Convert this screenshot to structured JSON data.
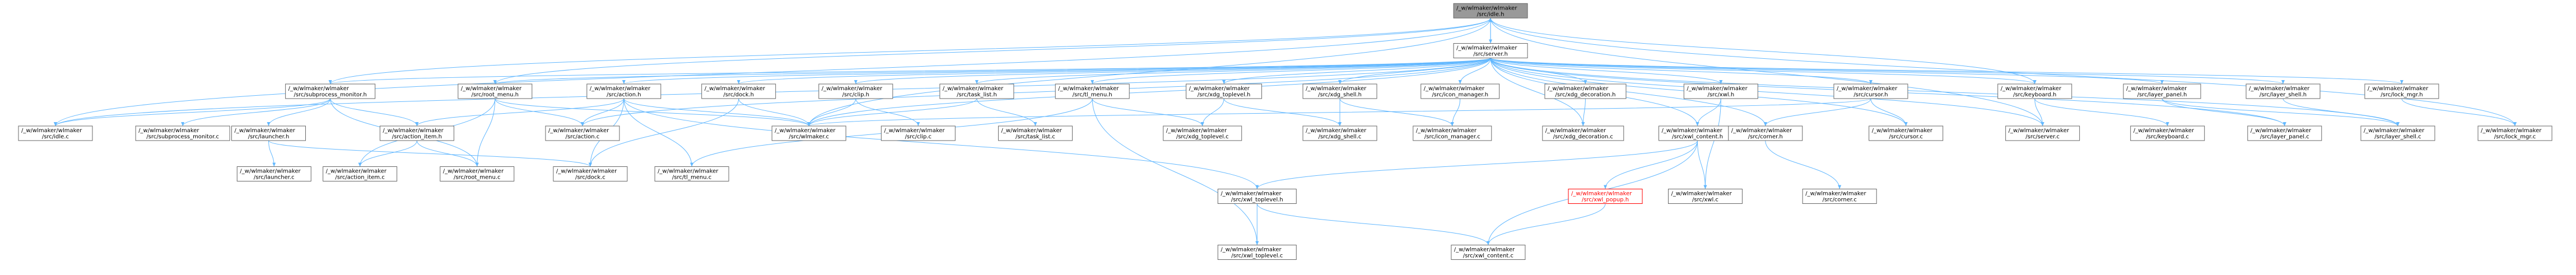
{
  "graph": {
    "nodes": [
      {
        "id": "root",
        "line1": "/_w/wlmaker/wlmaker",
        "line2": "/src/idle.h",
        "kind": "root"
      },
      {
        "id": "server_h",
        "line1": "/_w/wlmaker/wlmaker",
        "line2": "/src/server.h",
        "kind": "normal"
      },
      {
        "id": "subprocess_monitor_h",
        "line1": "/_w/wlmaker/wlmaker",
        "line2": "/src/subprocess_monitor.h",
        "kind": "normal"
      },
      {
        "id": "root_menu_h",
        "line1": "/_w/wlmaker/wlmaker",
        "line2": "/src/root_menu.h",
        "kind": "normal"
      },
      {
        "id": "action_h",
        "line1": "/_w/wlmaker/wlmaker",
        "line2": "/src/action.h",
        "kind": "normal"
      },
      {
        "id": "dock_h",
        "line1": "/_w/wlmaker/wlmaker",
        "line2": "/src/dock.h",
        "kind": "normal"
      },
      {
        "id": "clip_h",
        "line1": "/_w/wlmaker/wlmaker",
        "line2": "/src/clip.h",
        "kind": "normal"
      },
      {
        "id": "task_list_h",
        "line1": "/_w/wlmaker/wlmaker",
        "line2": "/src/task_list.h",
        "kind": "normal"
      },
      {
        "id": "tl_menu_h",
        "line1": "/_w/wlmaker/wlmaker",
        "line2": "/src/tl_menu.h",
        "kind": "normal"
      },
      {
        "id": "xdg_toplevel_h",
        "line1": "/_w/wlmaker/wlmaker",
        "line2": "/src/xdg_toplevel.h",
        "kind": "normal"
      },
      {
        "id": "xdg_shell_h",
        "line1": "/_w/wlmaker/wlmaker",
        "line2": "/src/xdg_shell.h",
        "kind": "normal"
      },
      {
        "id": "icon_manager_h",
        "line1": "/_w/wlmaker/wlmaker",
        "line2": "/src/icon_manager.h",
        "kind": "normal"
      },
      {
        "id": "xdg_decoration_h",
        "line1": "/_w/wlmaker/wlmaker",
        "line2": "/src/xdg_decoration.h",
        "kind": "normal"
      },
      {
        "id": "xwl_h",
        "line1": "/_w/wlmaker/wlmaker",
        "line2": "/src/xwl.h",
        "kind": "normal"
      },
      {
        "id": "cursor_h",
        "line1": "/_w/wlmaker/wlmaker",
        "line2": "/src/cursor.h",
        "kind": "normal"
      },
      {
        "id": "keyboard_h",
        "line1": "/_w/wlmaker/wlmaker",
        "line2": "/src/keyboard.h",
        "kind": "normal"
      },
      {
        "id": "layer_panel_h",
        "line1": "/_w/wlmaker/wlmaker",
        "line2": "/src/layer_panel.h",
        "kind": "normal"
      },
      {
        "id": "layer_shell_h",
        "line1": "/_w/wlmaker/wlmaker",
        "line2": "/src/layer_shell.h",
        "kind": "normal"
      },
      {
        "id": "lock_mgr_h",
        "line1": "/_w/wlmaker/wlmaker",
        "line2": "/src/lock_mgr.h",
        "kind": "normal"
      },
      {
        "id": "idle_c",
        "line1": "/_w/wlmaker/wlmaker",
        "line2": "/src/idle.c",
        "kind": "normal"
      },
      {
        "id": "subprocess_monitor_c",
        "line1": "/_w/wlmaker/wlmaker",
        "line2": "/src/subprocess_monitor.c",
        "kind": "normal"
      },
      {
        "id": "launcher_h",
        "line1": "/_w/wlmaker/wlmaker",
        "line2": "/src/launcher.h",
        "kind": "normal"
      },
      {
        "id": "action_item_h",
        "line1": "/_w/wlmaker/wlmaker",
        "line2": "/src/action_item.h",
        "kind": "normal"
      },
      {
        "id": "action_c",
        "line1": "/_w/wlmaker/wlmaker",
        "line2": "/src/action.c",
        "kind": "normal"
      },
      {
        "id": "wlmaker_c",
        "line1": "/_w/wlmaker/wlmaker",
        "line2": "/src/wlmaker.c",
        "kind": "normal"
      },
      {
        "id": "clip_c",
        "line1": "/_w/wlmaker/wlmaker",
        "line2": "/src/clip.c",
        "kind": "normal"
      },
      {
        "id": "task_list_c",
        "line1": "/_w/wlmaker/wlmaker",
        "line2": "/src/task_list.c",
        "kind": "normal"
      },
      {
        "id": "xdg_toplevel_c",
        "line1": "/_w/wlmaker/wlmaker",
        "line2": "/src/xdg_toplevel.c",
        "kind": "normal"
      },
      {
        "id": "xdg_shell_c",
        "line1": "/_w/wlmaker/wlmaker",
        "line2": "/src/xdg_shell.c",
        "kind": "normal"
      },
      {
        "id": "icon_manager_c",
        "line1": "/_w/wlmaker/wlmaker",
        "line2": "/src/icon_manager.c",
        "kind": "normal"
      },
      {
        "id": "xdg_decoration_c",
        "line1": "/_w/wlmaker/wlmaker",
        "line2": "/src/xdg_decoration.c",
        "kind": "normal"
      },
      {
        "id": "xwl_content_h",
        "line1": "/_w/wlmaker/wlmaker",
        "line2": "/src/xwl_content.h",
        "kind": "normal"
      },
      {
        "id": "corner_h",
        "line1": "/_w/wlmaker/wlmaker",
        "line2": "/src/corner.h",
        "kind": "normal"
      },
      {
        "id": "cursor_c",
        "line1": "/_w/wlmaker/wlmaker",
        "line2": "/src/cursor.c",
        "kind": "normal"
      },
      {
        "id": "server_c",
        "line1": "/_w/wlmaker/wlmaker",
        "line2": "/src/server.c",
        "kind": "normal"
      },
      {
        "id": "keyboard_c",
        "line1": "/_w/wlmaker/wlmaker",
        "line2": "/src/keyboard.c",
        "kind": "normal"
      },
      {
        "id": "layer_panel_c",
        "line1": "/_w/wlmaker/wlmaker",
        "line2": "/src/layer_panel.c",
        "kind": "normal"
      },
      {
        "id": "layer_shell_c",
        "line1": "/_w/wlmaker/wlmaker",
        "line2": "/src/layer_shell.c",
        "kind": "normal"
      },
      {
        "id": "lock_mgr_c",
        "line1": "/_w/wlmaker/wlmaker",
        "line2": "/src/lock_mgr.c",
        "kind": "normal"
      },
      {
        "id": "launcher_c",
        "line1": "/_w/wlmaker/wlmaker",
        "line2": "/src/launcher.c",
        "kind": "normal"
      },
      {
        "id": "action_item_c",
        "line1": "/_w/wlmaker/wlmaker",
        "line2": "/src/action_item.c",
        "kind": "normal"
      },
      {
        "id": "root_menu_c",
        "line1": "/_w/wlmaker/wlmaker",
        "line2": "/src/root_menu.c",
        "kind": "normal"
      },
      {
        "id": "dock_c",
        "line1": "/_w/wlmaker/wlmaker",
        "line2": "/src/dock.c",
        "kind": "normal"
      },
      {
        "id": "tl_menu_c",
        "line1": "/_w/wlmaker/wlmaker",
        "line2": "/src/tl_menu.c",
        "kind": "normal"
      },
      {
        "id": "xwl_toplevel_h",
        "line1": "/_w/wlmaker/wlmaker",
        "line2": "/src/xwl_toplevel.h",
        "kind": "normal"
      },
      {
        "id": "xwl_popup_h",
        "line1": "/_w/wlmaker/wlmaker",
        "line2": "/src/xwl_popup.h",
        "kind": "red"
      },
      {
        "id": "xwl_c",
        "line1": "/_w/wlmaker/wlmaker",
        "line2": "/src/xwl.c",
        "kind": "normal"
      },
      {
        "id": "corner_c",
        "line1": "/_w/wlmaker/wlmaker",
        "line2": "/src/corner.c",
        "kind": "normal"
      },
      {
        "id": "xwl_toplevel_c",
        "line1": "/_w/wlmaker/wlmaker",
        "line2": "/src/xwl_toplevel.c",
        "kind": "normal"
      },
      {
        "id": "xwl_content_c",
        "line1": "/_w/wlmaker/wlmaker",
        "line2": "/src/xwl_content.c",
        "kind": "normal"
      }
    ],
    "edges": [
      [
        "root",
        "server_h"
      ],
      [
        "root",
        "idle_c"
      ],
      [
        "root",
        "subprocess_monitor_h"
      ],
      [
        "root",
        "root_menu_h"
      ],
      [
        "root",
        "keyboard_h"
      ],
      [
        "root",
        "lock_mgr_c"
      ],
      [
        "root",
        "server_c"
      ],
      [
        "root",
        "wlmaker_c"
      ],
      [
        "server_h",
        "root"
      ],
      [
        "server_h",
        "subprocess_monitor_h"
      ],
      [
        "server_h",
        "root_menu_h"
      ],
      [
        "server_h",
        "action_h"
      ],
      [
        "server_h",
        "dock_h"
      ],
      [
        "server_h",
        "clip_h"
      ],
      [
        "server_h",
        "task_list_h"
      ],
      [
        "server_h",
        "tl_menu_h"
      ],
      [
        "server_h",
        "xdg_toplevel_h"
      ],
      [
        "server_h",
        "xdg_shell_h"
      ],
      [
        "server_h",
        "icon_manager_h"
      ],
      [
        "server_h",
        "xdg_decoration_h"
      ],
      [
        "server_h",
        "xwl_h"
      ],
      [
        "server_h",
        "cursor_h"
      ],
      [
        "server_h",
        "keyboard_h"
      ],
      [
        "server_h",
        "layer_panel_h"
      ],
      [
        "server_h",
        "layer_shell_h"
      ],
      [
        "server_h",
        "lock_mgr_h"
      ],
      [
        "server_h",
        "idle_c"
      ],
      [
        "server_h",
        "wlmaker_c"
      ],
      [
        "server_h",
        "xdg_decoration_c"
      ],
      [
        "server_h",
        "corner_h"
      ],
      [
        "server_h",
        "xwl_content_h"
      ],
      [
        "server_h",
        "action_c"
      ],
      [
        "server_h",
        "cursor_c"
      ],
      [
        "server_h",
        "server_c"
      ],
      [
        "server_h",
        "layer_panel_c"
      ],
      [
        "server_h",
        "layer_shell_c"
      ],
      [
        "subprocess_monitor_h",
        "idle_c"
      ],
      [
        "subprocess_monitor_h",
        "subprocess_monitor_c"
      ],
      [
        "subprocess_monitor_h",
        "launcher_h"
      ],
      [
        "subprocess_monitor_h",
        "action_item_h"
      ],
      [
        "subprocess_monitor_h",
        "root_menu_c"
      ],
      [
        "root_menu_h",
        "action_item_c"
      ],
      [
        "root_menu_h",
        "action_c"
      ],
      [
        "root_menu_h",
        "root_menu_c"
      ],
      [
        "root_menu_h",
        "wlmaker_c"
      ],
      [
        "action_h",
        "action_item_h"
      ],
      [
        "action_h",
        "action_c"
      ],
      [
        "action_h",
        "wlmaker_c"
      ],
      [
        "action_h",
        "dock_c"
      ],
      [
        "action_h",
        "tl_menu_c"
      ],
      [
        "action_h",
        "xwl_toplevel_h"
      ],
      [
        "dock_h",
        "wlmaker_c"
      ],
      [
        "dock_h",
        "dock_c"
      ],
      [
        "clip_h",
        "clip_c"
      ],
      [
        "clip_h",
        "wlmaker_c"
      ],
      [
        "task_list_h",
        "task_list_c"
      ],
      [
        "task_list_h",
        "wlmaker_c"
      ],
      [
        "tl_menu_h",
        "tl_menu_c"
      ],
      [
        "tl_menu_h",
        "xdg_toplevel_c"
      ],
      [
        "tl_menu_h",
        "xwl_toplevel_c"
      ],
      [
        "xdg_toplevel_h",
        "xdg_toplevel_c"
      ],
      [
        "xdg_toplevel_h",
        "xdg_shell_c"
      ],
      [
        "xdg_shell_h",
        "xdg_shell_c"
      ],
      [
        "xdg_shell_h",
        "icon_manager_c"
      ],
      [
        "icon_manager_h",
        "icon_manager_c"
      ],
      [
        "xdg_decoration_h",
        "xdg_decoration_c"
      ],
      [
        "xwl_h",
        "xwl_c"
      ],
      [
        "xwl_h",
        "xwl_content_h"
      ],
      [
        "cursor_h",
        "cursor_c"
      ],
      [
        "cursor_h",
        "corner_h"
      ],
      [
        "cursor_h",
        "wlmaker_c"
      ],
      [
        "keyboard_h",
        "keyboard_c"
      ],
      [
        "keyboard_h",
        "server_c"
      ],
      [
        "layer_panel_h",
        "layer_panel_c"
      ],
      [
        "layer_panel_h",
        "layer_shell_c"
      ],
      [
        "layer_shell_h",
        "layer_shell_c"
      ],
      [
        "lock_mgr_h",
        "lock_mgr_c"
      ],
      [
        "launcher_h",
        "launcher_c"
      ],
      [
        "launcher_h",
        "dock_c"
      ],
      [
        "action_item_h",
        "action_item_c"
      ],
      [
        "action_item_h",
        "root_menu_c"
      ],
      [
        "corner_h",
        "corner_c"
      ],
      [
        "xwl_content_h",
        "xwl_toplevel_h"
      ],
      [
        "xwl_content_h",
        "xwl_popup_h"
      ],
      [
        "xwl_content_h",
        "xwl_c"
      ],
      [
        "xwl_content_h",
        "xwl_content_c"
      ],
      [
        "xwl_toplevel_h",
        "xwl_toplevel_c"
      ],
      [
        "xwl_toplevel_h",
        "xwl_content_c"
      ],
      [
        "xwl_popup_h",
        "xwl_content_c"
      ]
    ]
  }
}
